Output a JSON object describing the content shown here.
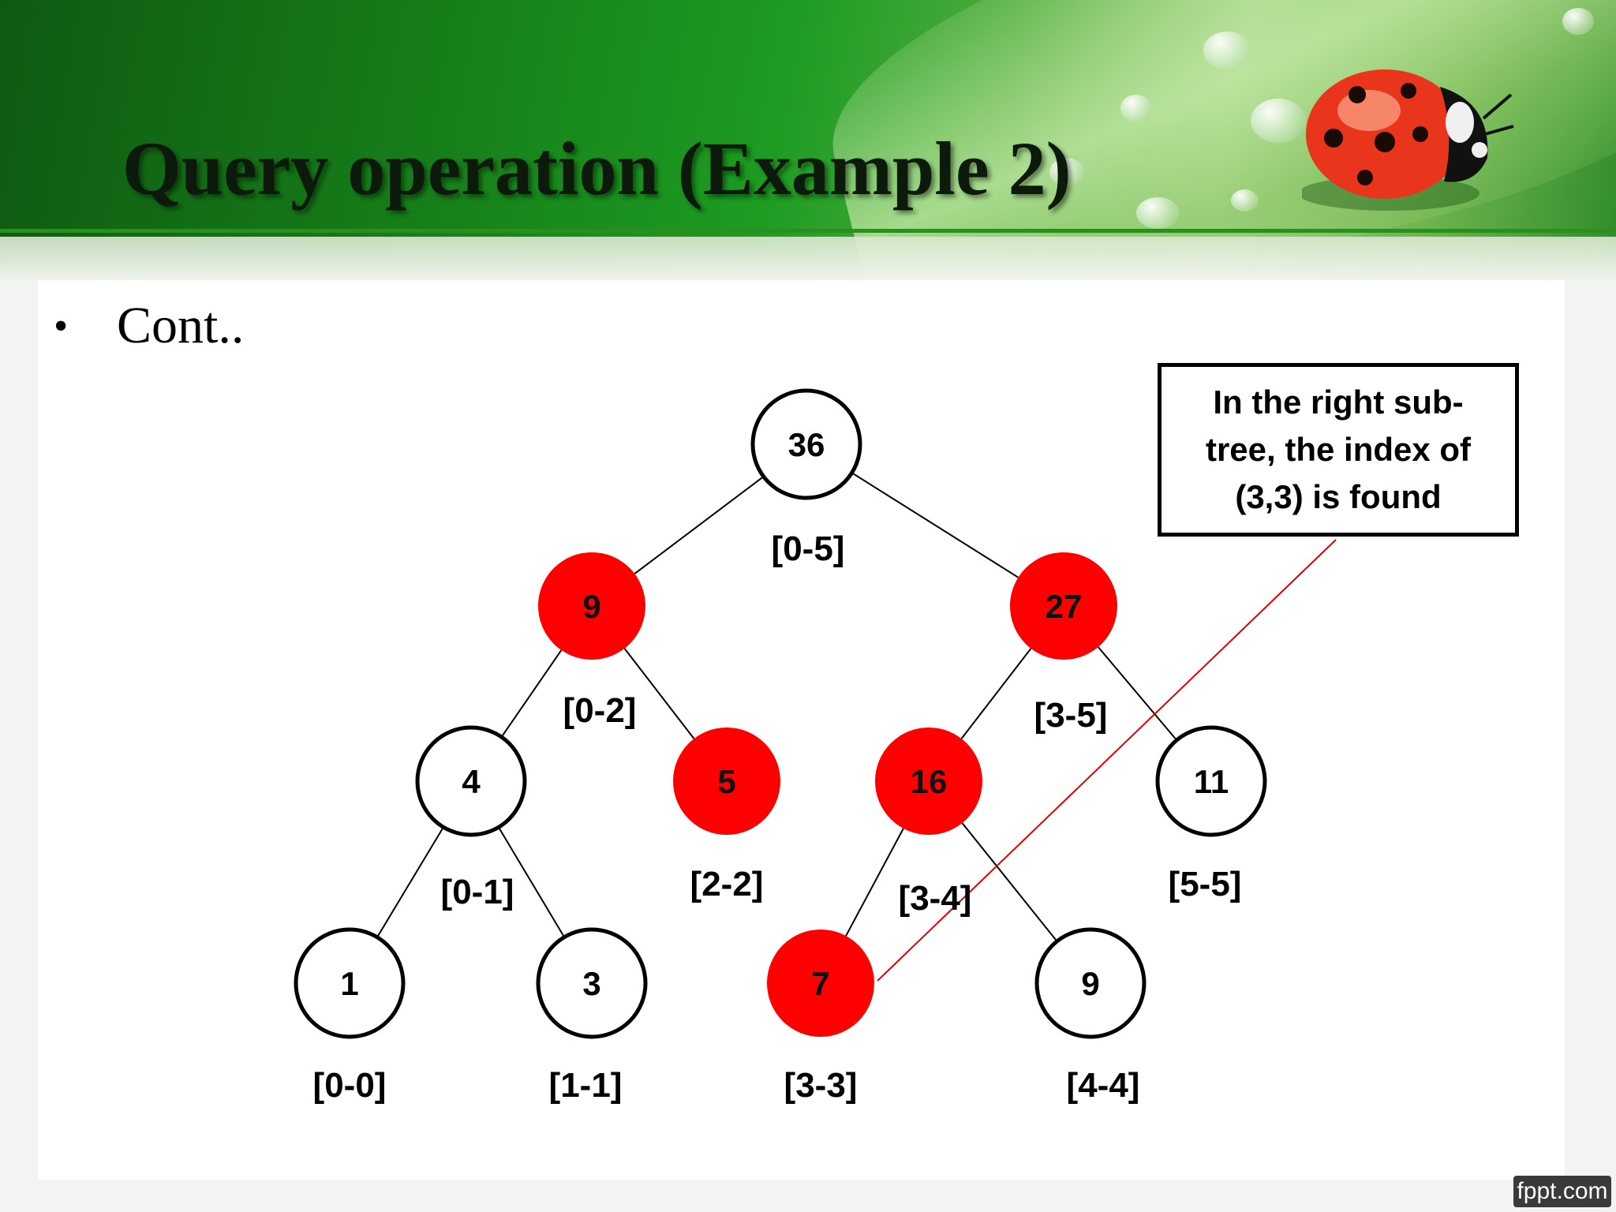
{
  "title": "Query operation (Example 2)",
  "bullet": "Cont..",
  "callout": "In the right sub-tree, the index of (3,3) is found",
  "logo": "fppt.com",
  "colors": {
    "highlight": "#ff0000",
    "plain": "#ffffff",
    "callout_line": "#e00000"
  },
  "tree": {
    "nodes": [
      {
        "id": "n0",
        "value": "36",
        "range": "[0-5]",
        "highlighted": false
      },
      {
        "id": "n1",
        "value": "9",
        "range": "[0-2]",
        "highlighted": true
      },
      {
        "id": "n2",
        "value": "27",
        "range": "[3-5]",
        "highlighted": true
      },
      {
        "id": "n3",
        "value": "4",
        "range": "[0-1]",
        "highlighted": false
      },
      {
        "id": "n4",
        "value": "5",
        "range": "[2-2]",
        "highlighted": true
      },
      {
        "id": "n5",
        "value": "16",
        "range": "[3-4]",
        "highlighted": true
      },
      {
        "id": "n6",
        "value": "11",
        "range": "[5-5]",
        "highlighted": false
      },
      {
        "id": "n7",
        "value": "1",
        "range": "[0-0]",
        "highlighted": false
      },
      {
        "id": "n8",
        "value": "3",
        "range": "[1-1]",
        "highlighted": false
      },
      {
        "id": "n9",
        "value": "7",
        "range": "[3-3]",
        "highlighted": true
      },
      {
        "id": "n10",
        "value": "9",
        "range": "[4-4]",
        "highlighted": false
      }
    ],
    "edges": [
      [
        "n0",
        "n1"
      ],
      [
        "n0",
        "n2"
      ],
      [
        "n1",
        "n3"
      ],
      [
        "n1",
        "n4"
      ],
      [
        "n2",
        "n5"
      ],
      [
        "n2",
        "n6"
      ],
      [
        "n3",
        "n7"
      ],
      [
        "n3",
        "n8"
      ],
      [
        "n5",
        "n9"
      ],
      [
        "n5",
        "n10"
      ]
    ]
  }
}
